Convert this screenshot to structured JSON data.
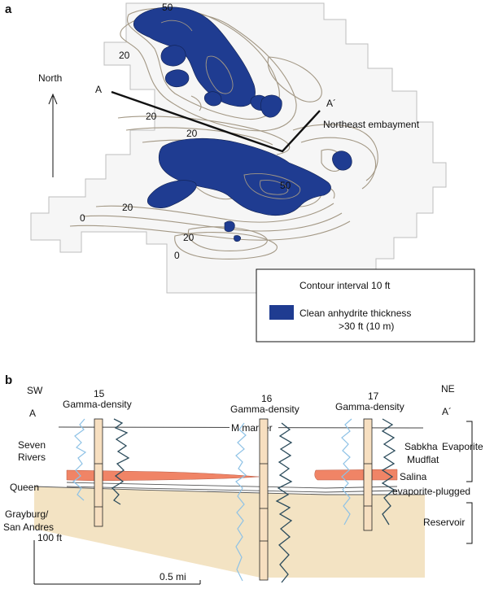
{
  "panel_a": {
    "letter": "a",
    "north_label": "North",
    "section_start": "A",
    "section_end": "A´",
    "embayment_label": "Northeast embayment",
    "contour_labels": [
      "50",
      "20",
      "20",
      "20",
      "50",
      "20",
      "0",
      "20",
      "0"
    ],
    "legend": {
      "contour_interval": "Contour interval 10 ft",
      "swatch_label_line1": "Clean anhydrite thickness",
      "swatch_label_line2": ">30 ft (10 m)",
      "swatch_color": "#1f3c91"
    },
    "colors": {
      "field_fill": "#f6f6f6",
      "field_outline": "#bdbdbd",
      "contour": "#a39885",
      "anhydrite": "#1f3c91"
    }
  },
  "panel_b": {
    "letter": "b",
    "left_direction": "SW",
    "right_direction": "NE",
    "left_section": "A",
    "right_section": "A´",
    "wells": [
      {
        "number": "15",
        "log_type": "Gamma-density"
      },
      {
        "number": "16",
        "log_type": "Gamma-density"
      },
      {
        "number": "17",
        "log_type": "Gamma-density"
      }
    ],
    "marker_label": "M marker",
    "units_left": [
      "Seven",
      "Rivers",
      "Queen",
      "Grayburg/",
      "San Andres"
    ],
    "units_right": {
      "sabkha": "Sabkha",
      "mudflat": "Mudflat",
      "evaporite": "Evaporite",
      "salina": "Salina",
      "plugged": "evaporite-plugged",
      "reservoir": "Reservoir"
    },
    "scale": {
      "vertical": "100 ft",
      "horizontal": "0.5 mi"
    },
    "colors": {
      "reservoir_fill": "#f3e3c3",
      "salina_fill": "#f08466",
      "gamma_curve": "#8ec2e6",
      "density_curve": "#2c4c5c",
      "well_fill": "#f7dfc0"
    }
  }
}
